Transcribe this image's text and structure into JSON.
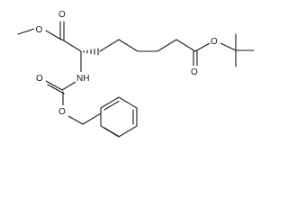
{
  "molecule": {
    "atoms": [
      {
        "id": "O_me",
        "label": "O"
      },
      {
        "id": "O_top",
        "label": "O"
      },
      {
        "id": "N",
        "label": "NH"
      },
      {
        "id": "O_carb_top",
        "label": "O"
      },
      {
        "id": "O_carb_bottom",
        "label": "O"
      },
      {
        "id": "O_ester_right",
        "label": "O"
      },
      {
        "id": "O_ester_bottom",
        "label": "O"
      }
    ],
    "colors": {
      "bond": "#1a1a1a",
      "background": "#ffffff"
    }
  }
}
